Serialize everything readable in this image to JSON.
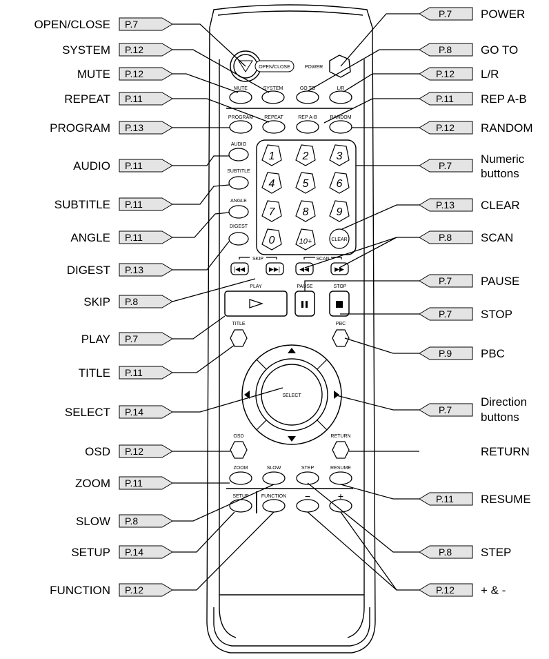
{
  "left_callouts": [
    {
      "label": "OPEN/CLOSE",
      "page": "P.7"
    },
    {
      "label": "SYSTEM",
      "page": "P.12"
    },
    {
      "label": "MUTE",
      "page": "P.12"
    },
    {
      "label": "REPEAT",
      "page": "P.11"
    },
    {
      "label": "PROGRAM",
      "page": "P.13"
    },
    {
      "label": "AUDIO",
      "page": "P.11"
    },
    {
      "label": "SUBTITLE",
      "page": "P.11"
    },
    {
      "label": "ANGLE",
      "page": "P.11"
    },
    {
      "label": "DIGEST",
      "page": "P.13"
    },
    {
      "label": "SKIP",
      "page": "P.8"
    },
    {
      "label": "PLAY",
      "page": "P.7"
    },
    {
      "label": "TITLE",
      "page": "P.11"
    },
    {
      "label": "SELECT",
      "page": "P.14"
    },
    {
      "label": "OSD",
      "page": "P.12"
    },
    {
      "label": "ZOOM",
      "page": "P.11"
    },
    {
      "label": "SLOW",
      "page": "P.8"
    },
    {
      "label": "SETUP",
      "page": "P.14"
    },
    {
      "label": "FUNCTION",
      "page": "P.12"
    }
  ],
  "right_callouts": [
    {
      "label": "POWER",
      "page": "P.7"
    },
    {
      "label": "GO TO",
      "page": "P.8"
    },
    {
      "label": "L/R",
      "page": "P.12"
    },
    {
      "label": "REP A-B",
      "page": "P.11"
    },
    {
      "label": "RANDOM",
      "page": "P.12"
    },
    {
      "label": "Numeric",
      "label2": "buttons",
      "page": "P.7"
    },
    {
      "label": "CLEAR",
      "page": "P.13"
    },
    {
      "label": "SCAN",
      "page": "P.8"
    },
    {
      "label": "PAUSE",
      "page": "P.7"
    },
    {
      "label": "STOP",
      "page": "P.7"
    },
    {
      "label": "PBC",
      "page": "P.9"
    },
    {
      "label": "Direction",
      "label2": "buttons",
      "page": "P.7"
    },
    {
      "label": "RETURN",
      "page": ""
    },
    {
      "label": "RESUME",
      "page": "P.11"
    },
    {
      "label": "STEP",
      "page": "P.8"
    },
    {
      "label": "+ & -",
      "page": "P.12"
    }
  ],
  "remote": {
    "open_close": "OPEN/CLOSE",
    "power": "POWER",
    "mute": "MUTE",
    "system": "SYSTEM",
    "goto": "GO TO",
    "lr": "L/R",
    "program": "PROGRAM",
    "repeat": "REPEAT",
    "repab": "REP A-B",
    "random": "RANDOM",
    "audio": "AUDIO",
    "subtitle": "SUBTITLE",
    "angle": "ANGLE",
    "digest": "DIGEST",
    "numbers": [
      "1",
      "2",
      "3",
      "4",
      "5",
      "6",
      "7",
      "8",
      "9",
      "0",
      "10+"
    ],
    "clear": "CLEAR",
    "skip": "SKIP",
    "scan": "SCAN",
    "play": "PLAY",
    "pause": "PAUSE",
    "stop": "STOP",
    "title": "TITLE",
    "pbc": "PBC",
    "select": "SELECT",
    "osd": "OSD",
    "return": "RETURN",
    "zoom": "ZOOM",
    "slow": "SLOW",
    "step": "STEP",
    "resume": "RESUME",
    "setup": "SETUP",
    "function": "FUNCTION",
    "minus": "−",
    "plus": "+"
  }
}
